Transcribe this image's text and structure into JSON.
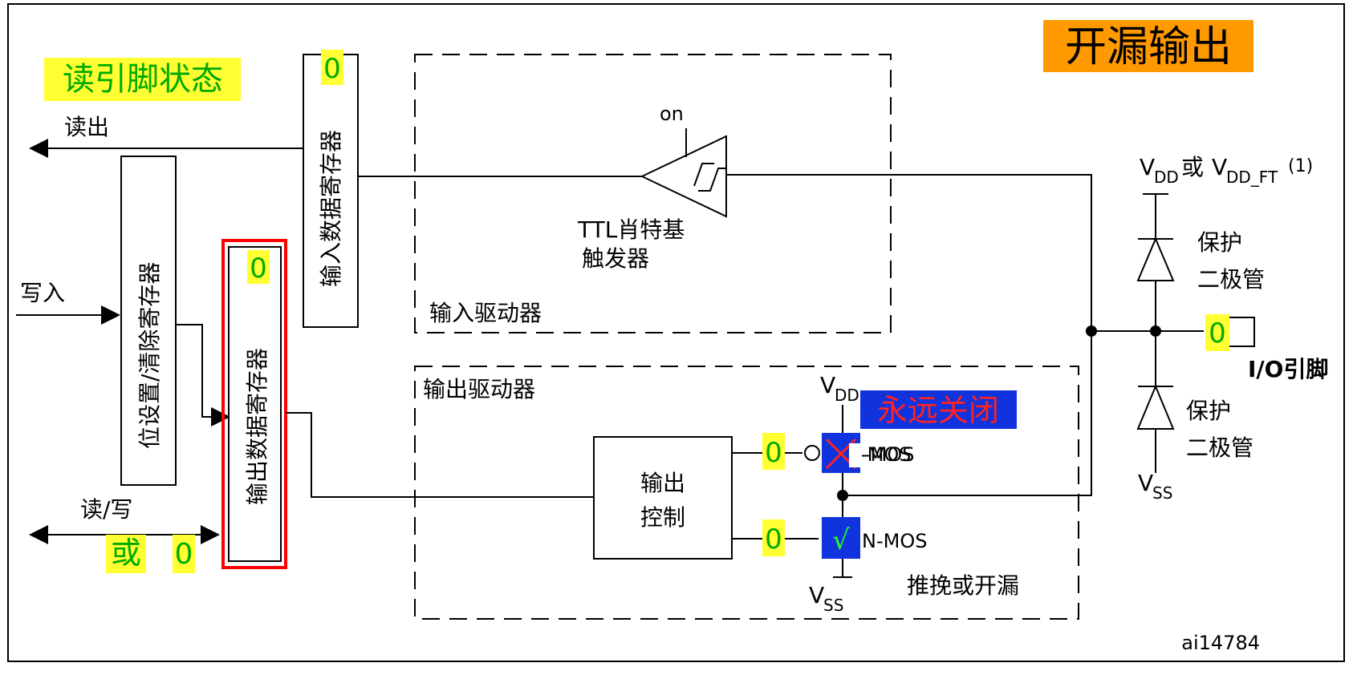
{
  "title": "开漏输出",
  "read_pin_state": "读引脚状态",
  "read_out": "读出",
  "write_in": "写入",
  "read_write": "读/写",
  "or_label": "或",
  "zero": "0",
  "input_data_register": "输入数据寄存器",
  "bit_set_clear_register": "位设置/清除寄存器",
  "output_data_register": "输出数据寄存器",
  "on_label": "on",
  "ttl_schmitt_line1": "TTL肖特基",
  "ttl_schmitt_line2": "触发器",
  "input_driver": "输入驱动器",
  "output_driver": "输出驱动器",
  "output_control_line1": "输出",
  "output_control_line2": "控制",
  "vdd_label": "V",
  "vdd_sub": "DD",
  "vss_label": "V",
  "vss_sub": "SS",
  "pmos": "P-MOS",
  "nmos": "N-MOS",
  "always_off": "永远关闭",
  "push_pull_or_open_drain": "推挽或开漏",
  "vdd_or_vddft": "或",
  "vdd_or_vddft_sub1": "DD",
  "vdd_or_vddft_sub2": "DD_FT",
  "vdd_or_vddft_note": "(1)",
  "protect_diode_line1": "保护",
  "protect_diode_line2": "二极管",
  "io_pin": "I/O引脚",
  "figure_id": "ai14784",
  "colors": {
    "title_bg": "#ff9900",
    "highlight_yellow": "#ffff33",
    "highlight_text_green": "#00aa00",
    "red_box": "#ff0000",
    "blue_box": "#1133dd",
    "off_text": "#ff2222"
  }
}
